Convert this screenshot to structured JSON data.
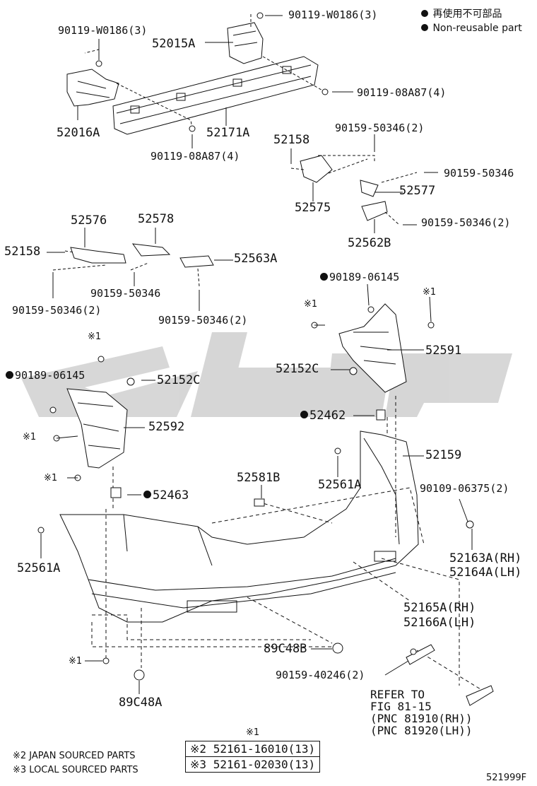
{
  "legend": {
    "line1": "再使用不可部品",
    "line2": "Non-reusable part"
  },
  "parts": {
    "p90119_W0186_top": "90119-W0186(3)",
    "p90119_W0186_left": "90119-W0186(3)",
    "p52015A": "52015A",
    "p90119_08A87_right": "90119-08A87(4)",
    "p52016A": "52016A",
    "p52171A": "52171A",
    "p90119_08A87_bottom": "90119-08A87(4)",
    "p52158_top": "52158",
    "p90159_50346_2_top": "90159-50346(2)",
    "p90159_50346_right": "90159-50346",
    "p52577": "52577",
    "p52575": "52575",
    "p90159_50346_2_mid": "90159-50346(2)",
    "p52562B": "52562B",
    "p52576": "52576",
    "p52578": "52578",
    "p52158_left": "52158",
    "p52563A": "52563A",
    "p90159_50346_left": "90159-50346",
    "p90159_50346_2_left": "90159-50346(2)",
    "p90159_50346_2_center": "90159-50346(2)",
    "p90189_06145_right": "90189-06145",
    "p52591": "52591",
    "p52152C_right": "52152C",
    "p90189_06145_left": "90189-06145",
    "p52152C_left": "52152C",
    "p52592": "52592",
    "p52462": "52462",
    "p52159": "52159",
    "p52581B": "52581B",
    "p52561A_right": "52561A",
    "p90109_06375": "90109-06375(2)",
    "p52463": "52463",
    "p52561A_left": "52561A",
    "p52163A": "52163A(RH)",
    "p52164A": "52164A(LH)",
    "p52165A": "52165A(RH)",
    "p52166A": "52166A(LH)",
    "p89C48B": "89C48B",
    "p90159_40246": "90159-40246(2)",
    "p89C48A": "89C48A",
    "note_x1": "※1"
  },
  "refer": "REFER TO\nFIG 81-15\n(PNC 81910(RH))\n(PNC 81920(LH))",
  "table": {
    "header": "※1",
    "row1_mark": "※2",
    "row1_value": "52161-16010(13)",
    "row2_mark": "※3",
    "row2_value": "52161-02030(13)"
  },
  "footnotes": {
    "japan": "※2 JAPAN SOURCED PARTS",
    "local": "※3 LOCAL SOURCED PARTS"
  },
  "figure_id": "521999F",
  "colors": {
    "line": "#111111",
    "watermark": "#c8c8c8"
  }
}
